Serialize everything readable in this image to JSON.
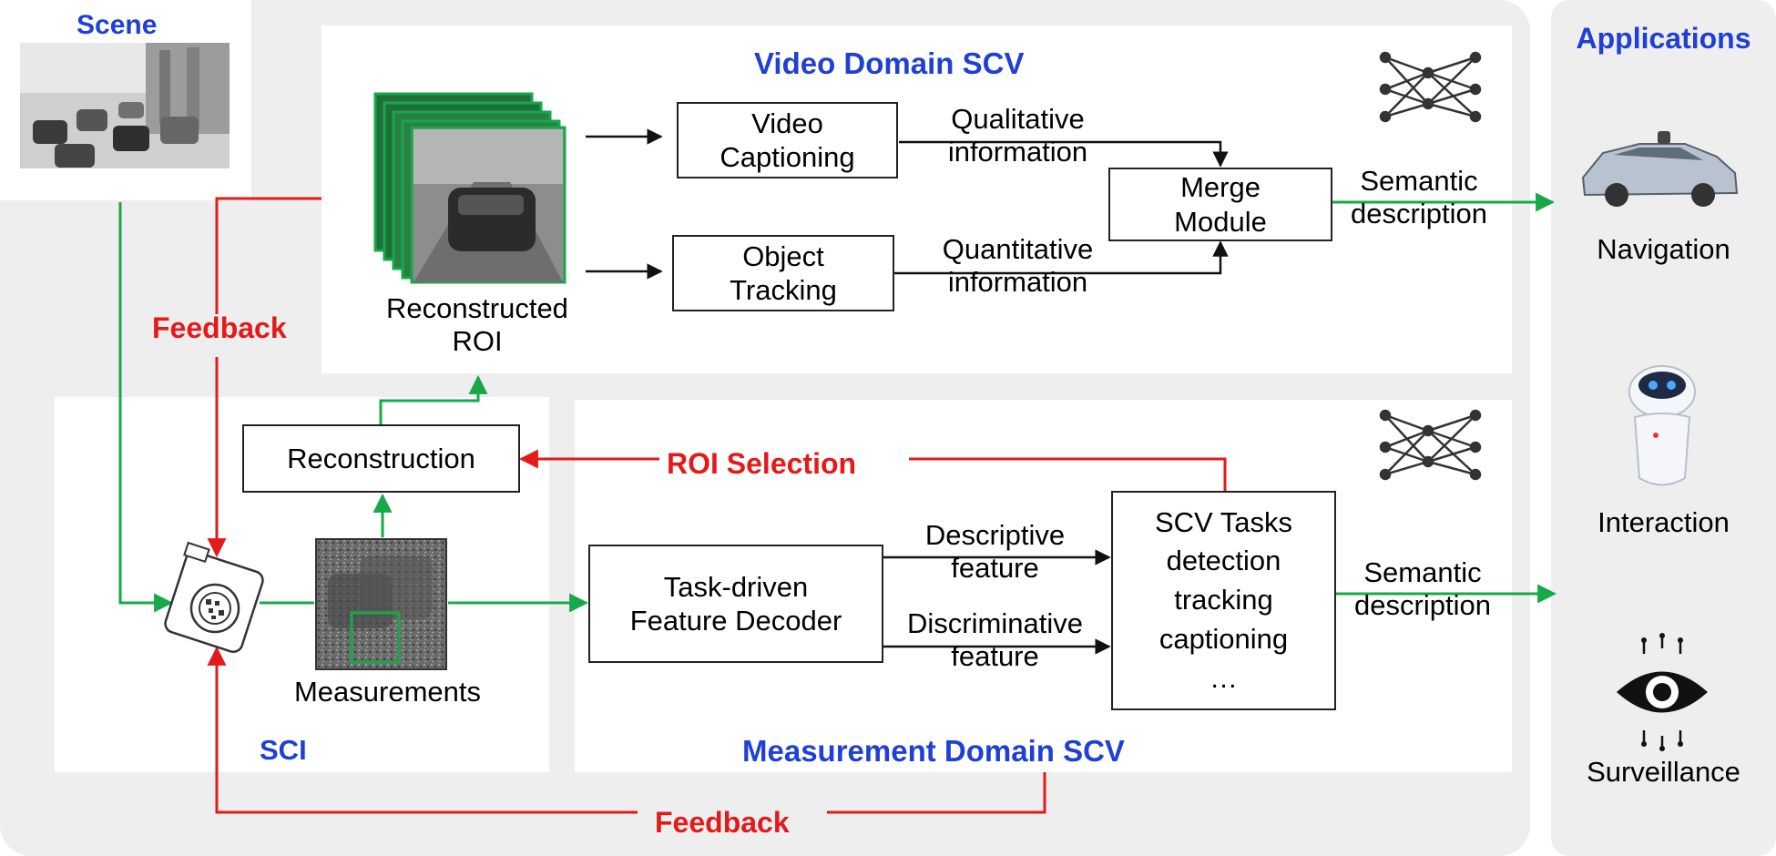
{
  "scene": {
    "title": "Scene"
  },
  "applications": {
    "title": "Applications",
    "items": [
      {
        "label": "Navigation",
        "icon": "car-icon"
      },
      {
        "label": "Interaction",
        "icon": "robot-icon"
      },
      {
        "label": "Surveillance",
        "icon": "eye-circuit-icon"
      }
    ]
  },
  "video_domain": {
    "title": "Video Domain SCV",
    "roi_label": [
      "Reconstructed",
      "ROI"
    ],
    "captioning": [
      "Video",
      "Captioning"
    ],
    "tracking": [
      "Object",
      "Tracking"
    ],
    "qualitative": [
      "Qualitative",
      "information"
    ],
    "quantitative": [
      "Quantitative",
      "information"
    ],
    "merge": [
      "Merge",
      "Module"
    ],
    "semantic": [
      "Semantic",
      "description"
    ]
  },
  "sci": {
    "title": "SCI",
    "reconstruction": "Reconstruction",
    "measurements": "Measurements"
  },
  "measurement_domain": {
    "title": "Measurement Domain SCV",
    "decoder": [
      "Task-driven",
      "Feature Decoder"
    ],
    "descriptive": [
      "Descriptive",
      "feature"
    ],
    "discriminative": [
      "Discriminative",
      "feature"
    ],
    "tasks": [
      "SCV Tasks",
      "detection",
      "tracking",
      "captioning",
      "…"
    ],
    "semantic": [
      "Semantic",
      "description"
    ]
  },
  "feedback": {
    "top": "Feedback",
    "bottom": "Feedback",
    "roi_selection": "ROI Selection"
  },
  "colors": {
    "green": "#17a84a",
    "red": "#e31a1a",
    "blue": "#1f3fd6",
    "panel": "#eeeeee"
  }
}
